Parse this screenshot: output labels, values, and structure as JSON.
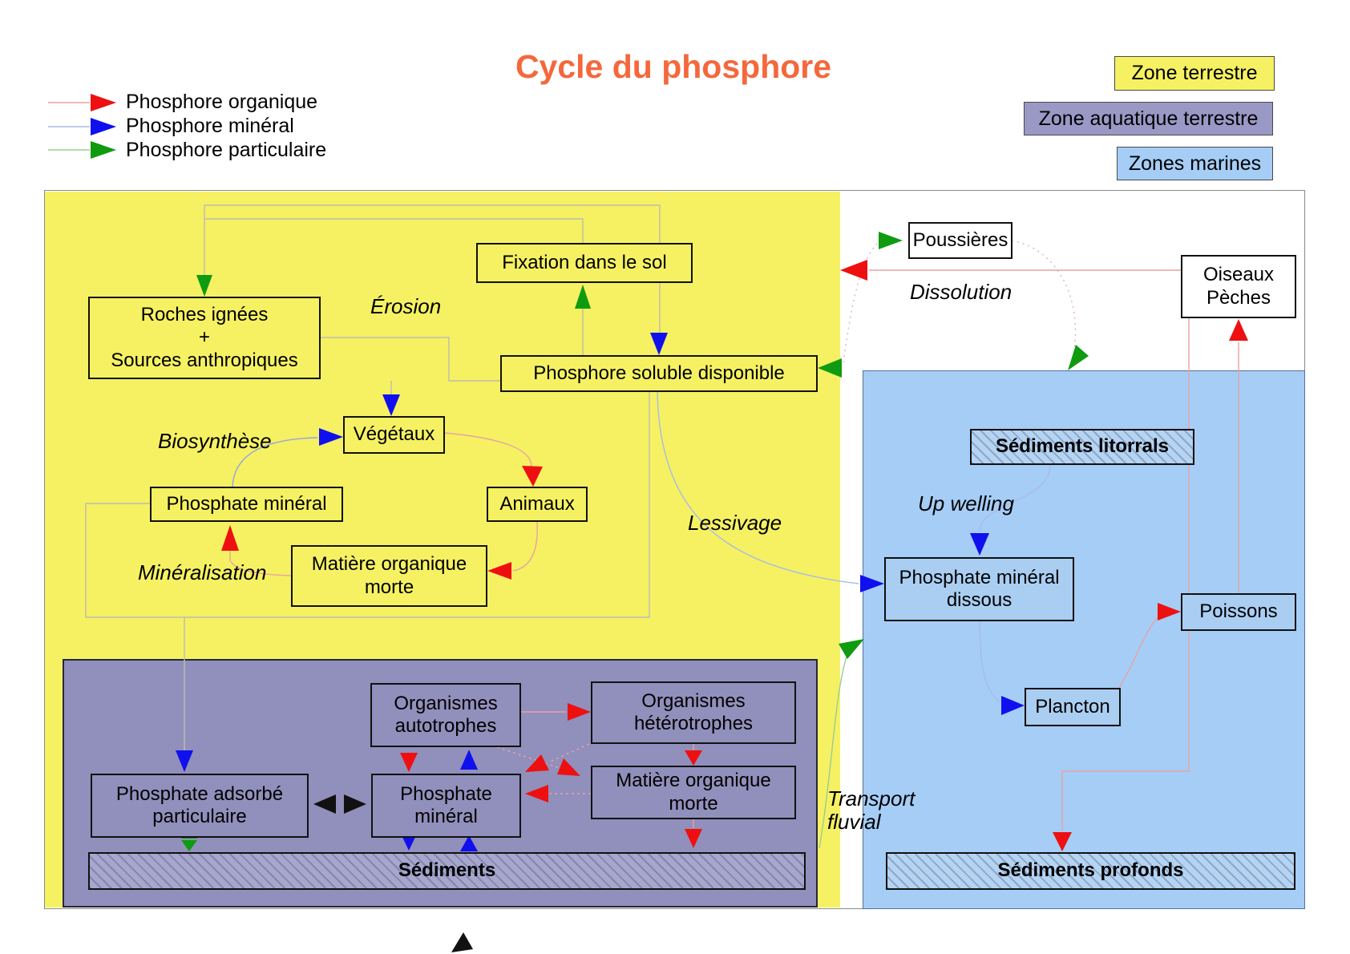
{
  "title": {
    "text": "Cycle du phosphore",
    "color": "#f4683c"
  },
  "legend": {
    "items": [
      {
        "label": "Phosphore organique",
        "icon": "right-arrow",
        "color": "#ee1010"
      },
      {
        "label": "Phosphore minéral",
        "icon": "right-arrow",
        "color": "#1010ee"
      },
      {
        "label": "Phosphore particulaire",
        "icon": "right-arrow",
        "color": "#0f9b10"
      }
    ]
  },
  "zone_key": {
    "terrestre": {
      "label": "Zone terrestre",
      "color": "#f5f163"
    },
    "aquatique": {
      "label": "Zone aquatique terrestre",
      "color": "#9a98c5"
    },
    "marine": {
      "label": "Zones marines",
      "color": "#a5cdf6"
    }
  },
  "nodes": {
    "fixation": {
      "label": "Fixation dans le sol"
    },
    "roches": {
      "label": "Roches ignées\n+\nSources anthropiques"
    },
    "soluble": {
      "label": "Phosphore soluble disponible"
    },
    "vegetaux": {
      "label": "Végétaux"
    },
    "phosphate_mineral_sol": {
      "label": "Phosphate minéral"
    },
    "animaux": {
      "label": "Animaux"
    },
    "matiere_morte_sol": {
      "label": "Matière organique\nmorte"
    },
    "poussieres": {
      "label": "Poussières"
    },
    "oiseaux": {
      "label": "Oiseaux\nPèches"
    },
    "organismes_autotrophes": {
      "label": "Organismes\nautotrophes"
    },
    "organismes_heterotrophes": {
      "label": "Organismes\nhétérotrophes"
    },
    "phosphate_adsorbe": {
      "label": "Phosphate adsorbé\nparticulaire"
    },
    "phosphate_mineral_aquatique": {
      "label": "Phosphate\nminéral"
    },
    "matiere_morte_aquatique": {
      "label": "Matière organique\nmorte"
    },
    "sediments": {
      "label": "Sédiments"
    },
    "sediments_litorrals": {
      "label": "Sédiments litorrals"
    },
    "phosphate_mineral_dissous": {
      "label": "Phosphate minéral\ndissous"
    },
    "poissons": {
      "label": "Poissons"
    },
    "plancton": {
      "label": "Plancton"
    },
    "sediments_profonds": {
      "label": "Sédiments profonds"
    }
  },
  "process_labels": {
    "erosion": "Érosion",
    "biosynthese": "Biosynthèse",
    "mineralisation": "Minéralisation",
    "lessivage": "Lessivage",
    "dissolution": "Dissolution",
    "upwelling": "Up welling",
    "transport_fluvial": "Transport\nfluvial"
  }
}
